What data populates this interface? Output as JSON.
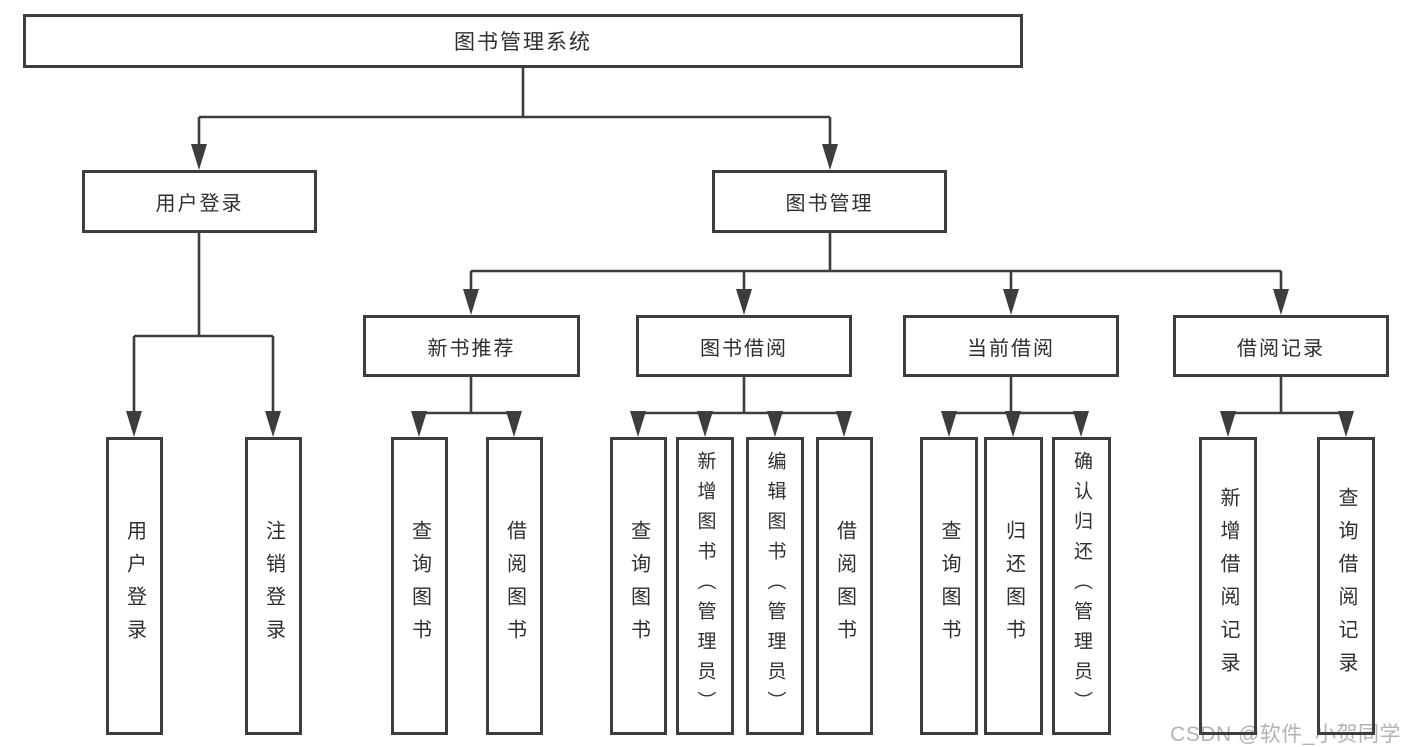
{
  "diagram": {
    "root": {
      "label": "图书管理系统"
    },
    "level2": [
      {
        "label": "用户登录"
      },
      {
        "label": "图书管理"
      }
    ],
    "level3": [
      {
        "label": "新书推荐"
      },
      {
        "label": "图书借阅"
      },
      {
        "label": "当前借阅"
      },
      {
        "label": "借阅记录"
      }
    ],
    "leaf_groups": [
      {
        "parent": "用户登录",
        "children": [
          {
            "label": "用户登录"
          },
          {
            "label": "注销登录"
          }
        ]
      },
      {
        "parent": "新书推荐",
        "children": [
          {
            "label": "查询图书"
          },
          {
            "label": "借阅图书"
          }
        ]
      },
      {
        "parent": "图书借阅",
        "children": [
          {
            "label": "查询图书"
          },
          {
            "label": "新增图书（管理员）"
          },
          {
            "label": "编辑图书（管理员）"
          },
          {
            "label": "借阅图书"
          }
        ]
      },
      {
        "parent": "当前借阅",
        "children": [
          {
            "label": "查询图书"
          },
          {
            "label": "归还图书"
          },
          {
            "label": "确认归还（管理员）"
          }
        ]
      },
      {
        "parent": "借阅记录",
        "children": [
          {
            "label": "新增借阅记录"
          },
          {
            "label": "查询借阅记录"
          }
        ]
      }
    ]
  },
  "watermark": {
    "text": "CSDN @软件_小贺同学"
  },
  "colors": {
    "line": "#3d3d3d",
    "border": "#3d3d3d",
    "text": "#2f2f2f",
    "watermark": "#b3b3b3",
    "background": "#ffffff"
  }
}
